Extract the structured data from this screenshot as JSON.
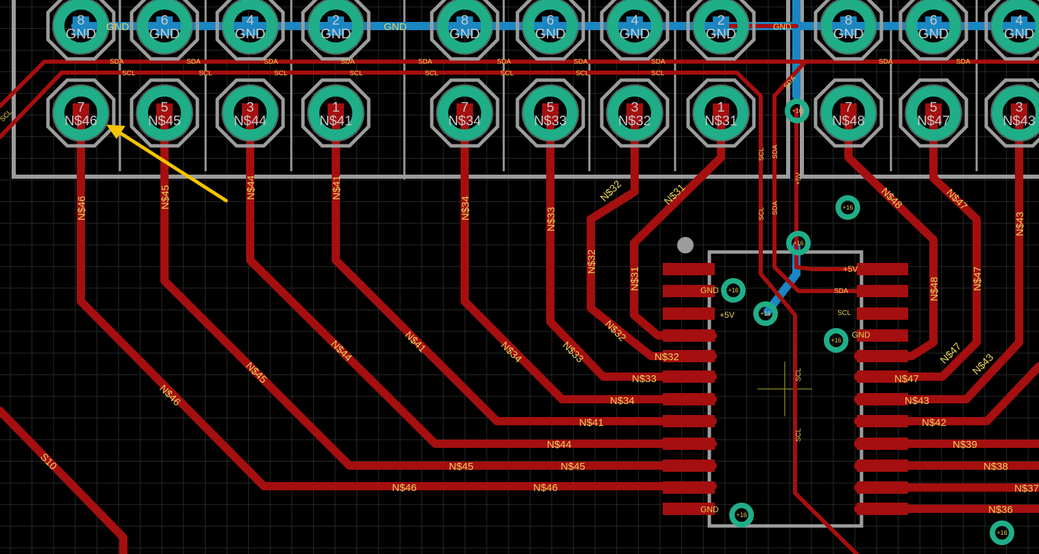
{
  "net_labels": {
    "gnd": "GND",
    "sda": "SDA",
    "scl": "SCL",
    "plus5v": "+5V",
    "n32": "N$32",
    "n33": "N$33",
    "n34": "N$34",
    "n41": "N$41",
    "n44": "N$44",
    "n45": "N$45",
    "n46": "N$46",
    "n47": "N$47",
    "n43": "N$43",
    "n42": "N$42",
    "n39": "N$39",
    "n38": "N$38",
    "n37": "N$37",
    "n36": "N$36",
    "n48": "N$48",
    "n31": "N$31",
    "s10": "S10"
  },
  "pad_top_numbers": [
    "8",
    "6",
    "4",
    "2",
    "8",
    "6",
    "4",
    "2",
    "8",
    "6",
    "4"
  ],
  "pad_bottom_numbers": [
    "7",
    "5",
    "3",
    "1",
    "7",
    "5",
    "3",
    "1",
    "7",
    "5",
    "3"
  ],
  "pad_bottom_nets": [
    "N$46",
    "N$45",
    "N$44",
    "N$41",
    "N$34",
    "N$33",
    "N$32",
    "N$31",
    "N$48",
    "N$47",
    "N$43"
  ],
  "via_label": "+16",
  "colors": {
    "background": "#000000",
    "top_copper": "#a50f0f",
    "bottom_copper": "#1a86c2",
    "pad": "#1fae88",
    "silkscreen": "#9c9c9c",
    "label": "#e8d25a",
    "pointer": "#f5c400"
  }
}
